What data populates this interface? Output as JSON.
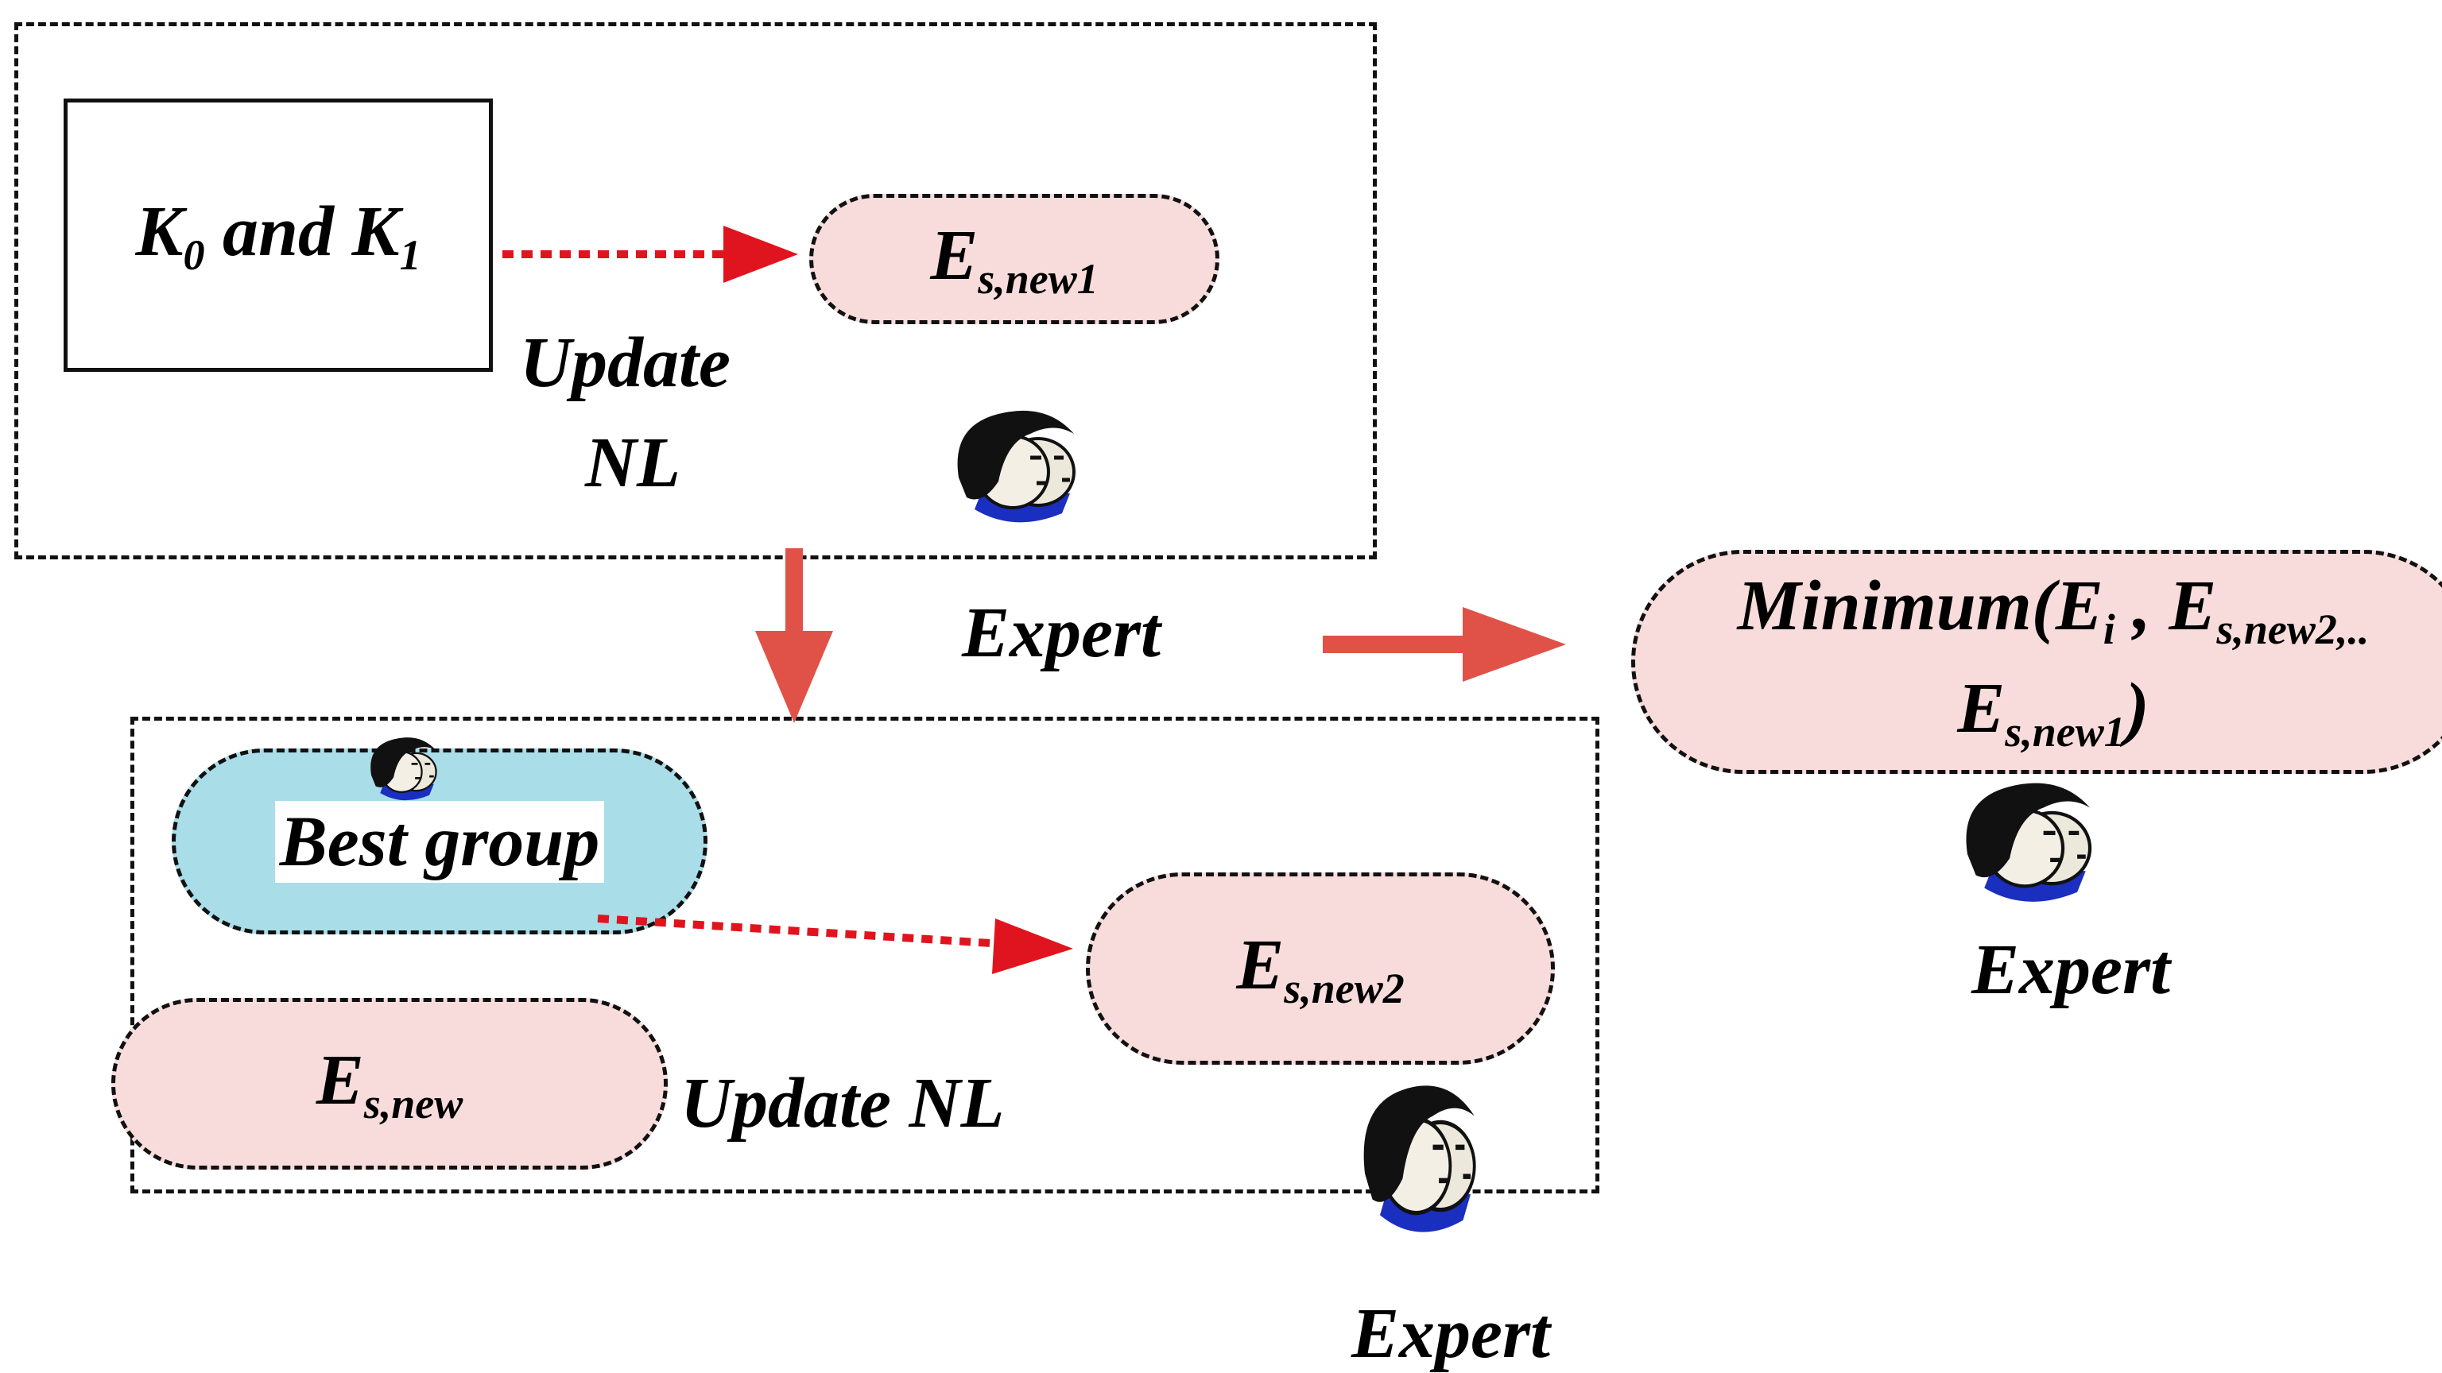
{
  "top_group": {
    "k_box": {
      "k0_main": "K",
      "k0_sub": "0",
      "and_text": " and ",
      "k1_main": "K",
      "k1_sub": "1"
    },
    "update_label_line1": "Update",
    "update_label_line2": "NL",
    "result_pill": {
      "main": "E",
      "sub": "s,new1"
    },
    "expert_label": "Expert"
  },
  "bottom_group": {
    "best_group_label": "Best group",
    "es_new_pill": {
      "main": "E",
      "sub": "s,new"
    },
    "es_new2_pill": {
      "main": "E",
      "sub": "s,new2"
    },
    "update_label": "Update NL",
    "expert_label": "Expert"
  },
  "minimum_node": {
    "line1_prefix": "Minimum(E",
    "line1_sub_i": "i",
    "line1_mid": " , E",
    "line1_sub_new2": "s,new2,..",
    "line2_main": "E",
    "line2_sub": "s,new1",
    "line2_suffix": ")",
    "expert_label": "Expert"
  },
  "colors": {
    "arrow_red": "#e05248",
    "dotted_red": "#e0141e",
    "pink_fill": "#f8dcdc",
    "blue_fill": "#a9dde8"
  },
  "icons": [
    "expert-face-icon"
  ]
}
